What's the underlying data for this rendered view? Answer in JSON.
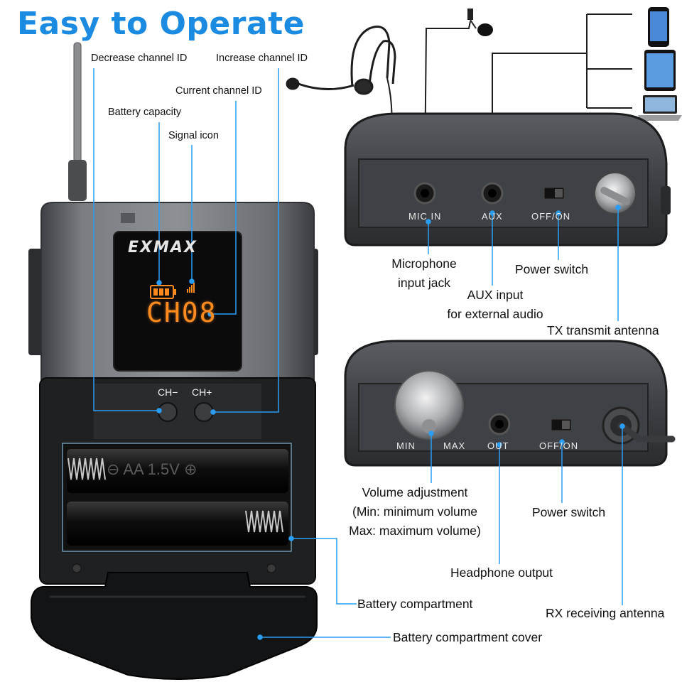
{
  "title": "Easy to Operate",
  "colors": {
    "title": "#1a8be0",
    "callout_line": "#2a9df4",
    "lcd_digits": "#ff8a1e",
    "device_body": "#6b6e72"
  },
  "transmitter": {
    "brand": "EXMAX",
    "lcd_channel": "CH08",
    "btn_minus": "CH−",
    "btn_plus": "CH+",
    "battery_label": "⊖ AA 1.5V ⊕",
    "labels": {
      "decrease": "Decrease channel ID",
      "increase": "Increase channel ID",
      "current": "Current channel ID",
      "battery": "Battery capacity",
      "signal": "Signal icon",
      "compartment": "Battery compartment",
      "cover": "Battery compartment cover"
    }
  },
  "top_panel": {
    "mic_in": "MIC IN",
    "aux": "AUX",
    "off_on": "OFF/ON",
    "labels": {
      "mic_jack_1": "Microphone",
      "mic_jack_2": "input jack",
      "power_switch": "Power switch",
      "aux_1": "AUX input",
      "aux_2": "for external audio",
      "tx_antenna": "TX transmit antenna"
    }
  },
  "bottom_panel": {
    "min": "MIN",
    "max": "MAX",
    "out": "OUT",
    "off_on": "OFF/ON",
    "labels": {
      "volume_1": "Volume adjustment",
      "volume_2": "(Min: minimum volume",
      "volume_3": "Max: maximum volume)",
      "power_switch": "Power switch",
      "headphone": "Headphone output",
      "rx_antenna": "RX receiving antenna"
    }
  },
  "devices": [
    "phone-icon",
    "tablet-icon",
    "laptop-icon",
    "headset-mic-icon",
    "lavalier-mic-icon"
  ]
}
